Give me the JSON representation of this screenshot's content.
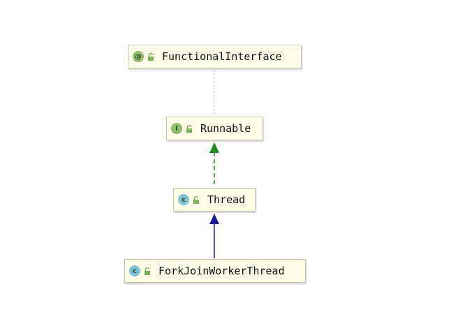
{
  "nodes": {
    "functional_interface": {
      "name": "FunctionalInterface",
      "kind": "annotation",
      "kind_glyph": "@",
      "icon_color": "#8fbf6f",
      "visibility_icon": "unlock-icon"
    },
    "runnable": {
      "name": "Runnable",
      "kind": "interface",
      "kind_glyph": "I",
      "icon_color": "#8fbf6f",
      "visibility_icon": "unlock-icon"
    },
    "thread": {
      "name": "Thread",
      "kind": "class",
      "kind_glyph": "c",
      "icon_color": "#7ec3d6",
      "visibility_icon": "unlock-icon"
    },
    "fork_join_worker_thread": {
      "name": "ForkJoinWorkerThread",
      "kind": "class",
      "kind_glyph": "c",
      "icon_color": "#7ec3d6",
      "visibility_icon": "unlock-icon"
    }
  },
  "edges": [
    {
      "from": "runnable",
      "to": "functional_interface",
      "relation": "annotated",
      "style": "dotted",
      "color": "#c8b8a8"
    },
    {
      "from": "thread",
      "to": "runnable",
      "relation": "implements",
      "style": "dashed",
      "color": "#1e8a1e"
    },
    {
      "from": "fork_join_worker_thread",
      "to": "thread",
      "relation": "extends",
      "style": "solid",
      "color": "#1a1aa0"
    }
  ]
}
